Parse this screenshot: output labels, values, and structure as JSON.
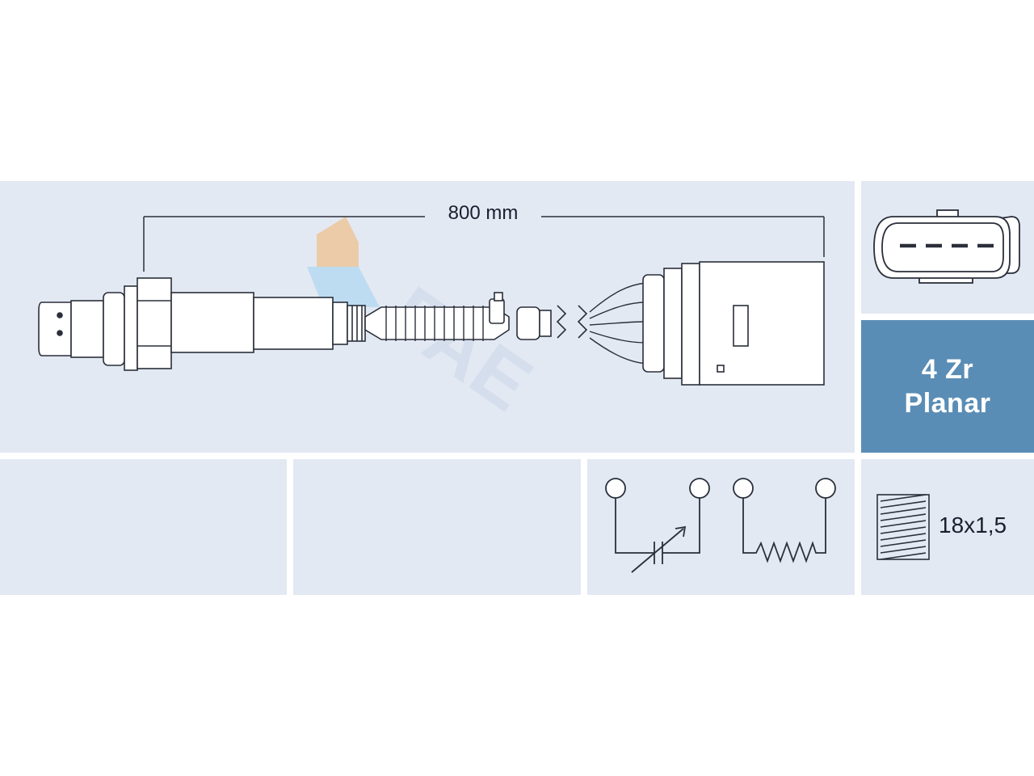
{
  "dimension": {
    "cable_length": "800 mm"
  },
  "sensor": {
    "type_line1": "4 Zr",
    "type_line2": "Planar"
  },
  "thread": {
    "size": "18x1,5"
  },
  "connector": {
    "pins": 4
  },
  "colors": {
    "panel_bg": "#e3e9f3",
    "type_panel_bg": "#5a8db5",
    "line": "#2a2f3a",
    "watermark_orange": "#f3b36b",
    "watermark_blue": "#9fd2f0"
  },
  "icons": [
    "oxygen-sensor-drawing",
    "connector-plug-icon",
    "variable-resistor-symbol",
    "heater-resistor-symbol",
    "thread-icon",
    "fae-watermark-logo"
  ]
}
